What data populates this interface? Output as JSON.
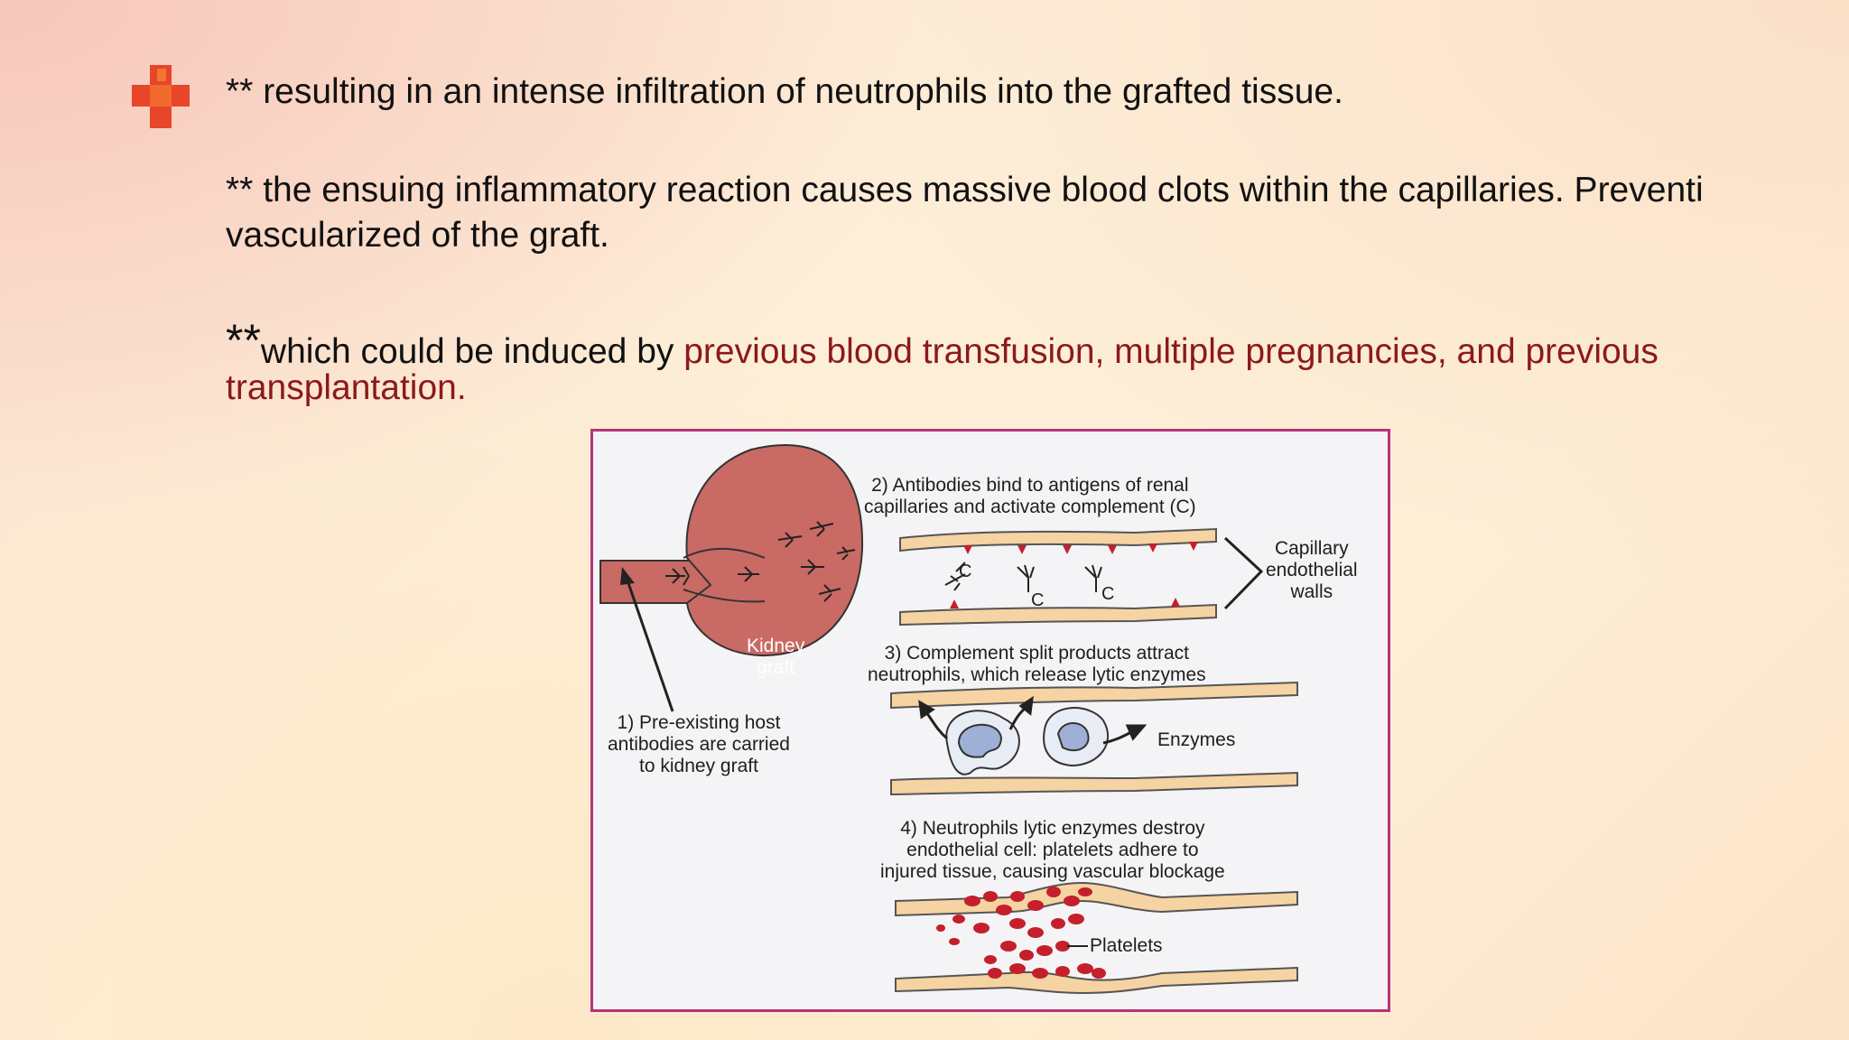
{
  "bullets": {
    "line1": "** resulting in an intense infiltration of neutrophils into the grafted tissue.",
    "line2a": "** the ensuing inflammatory reaction causes massive blood clots within the capillaries.  Preventi",
    "line2b": "vascularized of the graft.",
    "line3_stars": "**",
    "line3_plain": "which could be induced by ",
    "line3_red1": "previous blood transfusion, multiple pregnancies, and previous",
    "line3_red2": "transplantation."
  },
  "figure": {
    "step2": [
      "2) Antibodies bind to antigens of renal",
      "capillaries and activate complement (C)"
    ],
    "capillary_walls": [
      "Capillary",
      "endothelial",
      "walls"
    ],
    "kidney_graft": [
      "Kidney",
      "graft"
    ],
    "step1": [
      "1) Pre-existing host",
      "antibodies are carried",
      "to kidney graft"
    ],
    "step3": [
      "3) Complement split products attract",
      "neutrophils, which release lytic enzymes"
    ],
    "enzymes": "Enzymes",
    "step4": [
      "4) Neutrophils lytic enzymes destroy",
      "endothelial cell: platelets adhere to",
      "injured tissue, causing vascular blockage"
    ],
    "platelets": "Platelets",
    "complement_c": "C"
  },
  "colors": {
    "accent_red": "#8b1a1a",
    "kidney": "#c96a64",
    "vessel": "#f6d3a2",
    "frame": "#b8337a",
    "neutrophil": "#9fb0d6",
    "platelet": "#c4202b"
  },
  "icons": {
    "bullet": "red-cross-icon"
  }
}
